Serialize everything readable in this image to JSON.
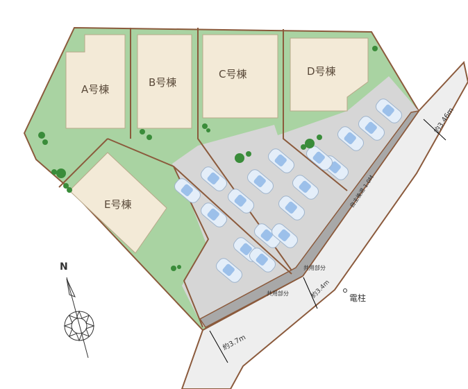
{
  "buildings": [
    {
      "label": "A号棟"
    },
    {
      "label": "B号棟"
    },
    {
      "label": "C号棟"
    },
    {
      "label": "D号棟"
    },
    {
      "label": "E号棟"
    }
  ],
  "annotations": {
    "setback": "自主後退 1.0M",
    "shared_1": "共用部分",
    "shared_2": "共用部分",
    "road_width_top": "約3.46m",
    "road_width_mid": "約3.4m",
    "road_width_bottom": "約3.7m",
    "utility_pole": "電柱"
  },
  "compass": {
    "north": "N"
  },
  "colors": {
    "lawn": "#9fcf9c",
    "boundary": "#8b5a3c",
    "building": "#f3ead7",
    "parking": "#d8d8d8",
    "road": "#eeeeee",
    "setback": "#a8a8a8",
    "tree": "#3a8c3a"
  }
}
